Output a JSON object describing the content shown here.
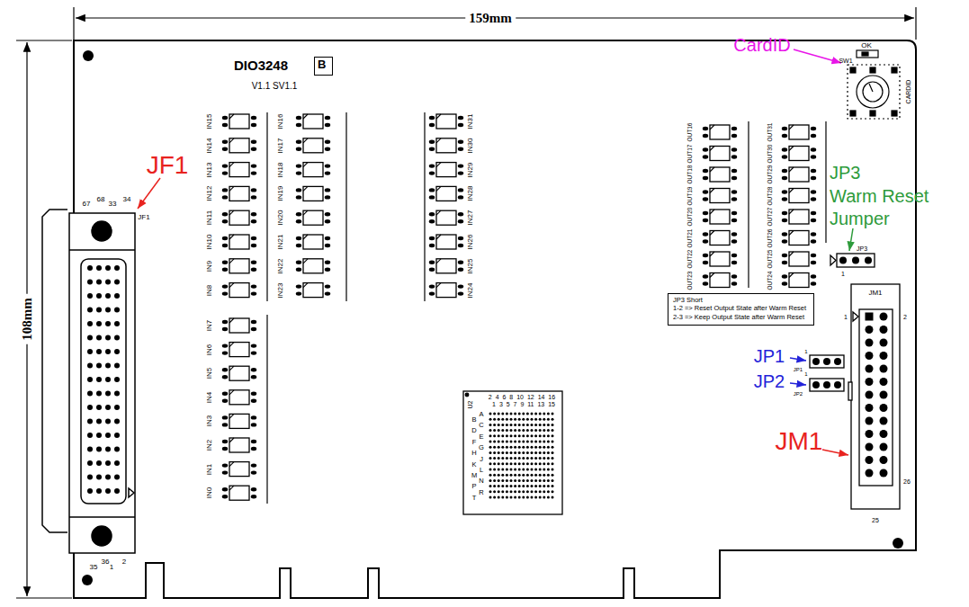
{
  "diagram": {
    "nodes": [
      {
        "text": [
          "B"
        ]
      },
      {
        "text": [
          "JP3 Short",
          "1-2 => Reset Output State after Warm Reset",
          "2-3 => Keep Output State after Warm Reset"
        ]
      }
    ],
    "labels": [
      "159mm",
      "108mm",
      "DIO3248",
      "V1.1 SV1.1",
      "JF1",
      "JF1",
      "67",
      "68",
      "33",
      "34",
      "35",
      "36",
      "1",
      "2",
      "IN15",
      "IN14",
      "IN13",
      "IN12",
      "IN11",
      "IN10",
      "IN9",
      "IN8",
      "IN7",
      "IN6",
      "IN5",
      "IN4",
      "IN3",
      "IN2",
      "IN1",
      "IN0",
      "IN16",
      "IN17",
      "IN18",
      "IN19",
      "IN20",
      "IN21",
      "IN22",
      "IN23",
      "IN31",
      "IN30",
      "IN29",
      "IN28",
      "IN27",
      "IN26",
      "IN25",
      "IN24",
      "OUT16",
      "OUT17",
      "OUT18",
      "OUT19",
      "OUT20",
      "OUT21",
      "OUT22",
      "OUT23",
      "OUT31",
      "OUT30",
      "OUT29",
      "OUT28",
      "OUT27",
      "OUT26",
      "OUT25",
      "OUT24",
      "CardID",
      "OK",
      "SW1",
      "CARDID",
      "JP3",
      "Warm Reset",
      "Jumper",
      "JP3",
      "1",
      "JP1",
      "JP2",
      "JP1",
      "1",
      "JP2",
      "1",
      "JM1",
      "JM1",
      "1",
      "2",
      "26",
      "25",
      "U2",
      "2 4 6 8 10 12 14 16",
      "1 3 5 7 9 11 13 15",
      "A C E G J L N R",
      "B D F H K M P T"
    ]
  }
}
